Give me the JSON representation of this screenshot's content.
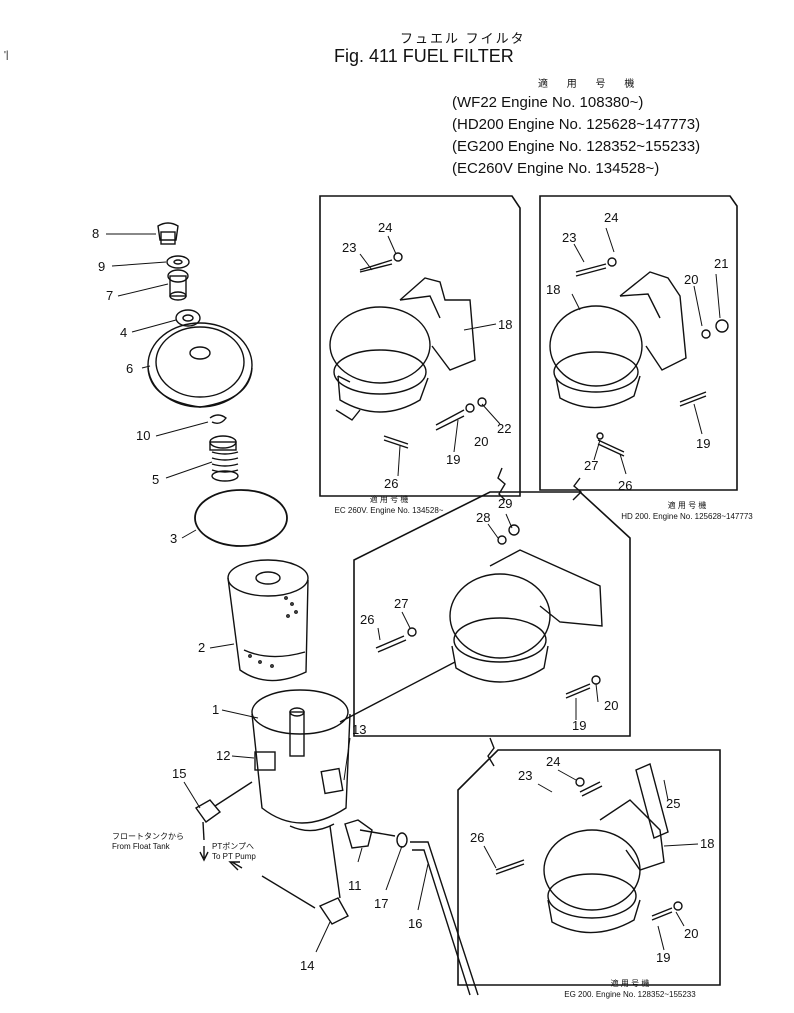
{
  "header": {
    "title_jp": "フュエル フイルタ",
    "title": "Fig. 411   FUEL  FILTER"
  },
  "models": {
    "header_jp": "適 用 号 機",
    "rows": [
      "(WF22    Engine  No. 108380~)",
      "(HD200   Engine  No. 125628~147773)",
      "(EG200   Engine  No. 128352~155233)",
      "(EC260V  Engine  No. 134528~)"
    ]
  },
  "applicability": {
    "ec260v": {
      "jp": "適 用 号 機",
      "text": "EC 260V.  Engine No. 134528~"
    },
    "hd200": {
      "jp": "適 用 号 機",
      "text": "HD 200.  Engine No. 125628~147773"
    },
    "eg200": {
      "jp": "適 用 号 機",
      "text": "EG 200.  Engine No. 128352~155233"
    }
  },
  "flow_labels": {
    "from_jp": "フロートタンクから",
    "from_en": "From Float Tank",
    "to_jp": "PTポンプへ",
    "to_en": "To PT Pump"
  },
  "callouts": {
    "p8": "8",
    "p9": "9",
    "p7": "7",
    "p4": "4",
    "p6": "6",
    "p10": "10",
    "p5": "5",
    "p3": "3",
    "p2": "2",
    "p1": "1",
    "p12": "12",
    "p13": "13",
    "p15": "15",
    "p11": "11",
    "p17": "17",
    "p16": "16",
    "p14": "14",
    "a24": "24",
    "a23": "23",
    "a18": "18",
    "a22": "22",
    "a20": "20",
    "a19": "19",
    "a26": "26",
    "b24": "24",
    "b23": "23",
    "b18": "18",
    "b20": "20",
    "b21": "21",
    "b19": "19",
    "b27": "27",
    "b26": "26",
    "c29": "29",
    "c28": "28",
    "c27": "27",
    "c26": "26",
    "c20": "20",
    "c19": "19",
    "d24": "24",
    "d23": "23",
    "d25": "25",
    "d18": "18",
    "d26": "26",
    "d20": "20",
    "d19": "19"
  },
  "edge_mark": "'|"
}
